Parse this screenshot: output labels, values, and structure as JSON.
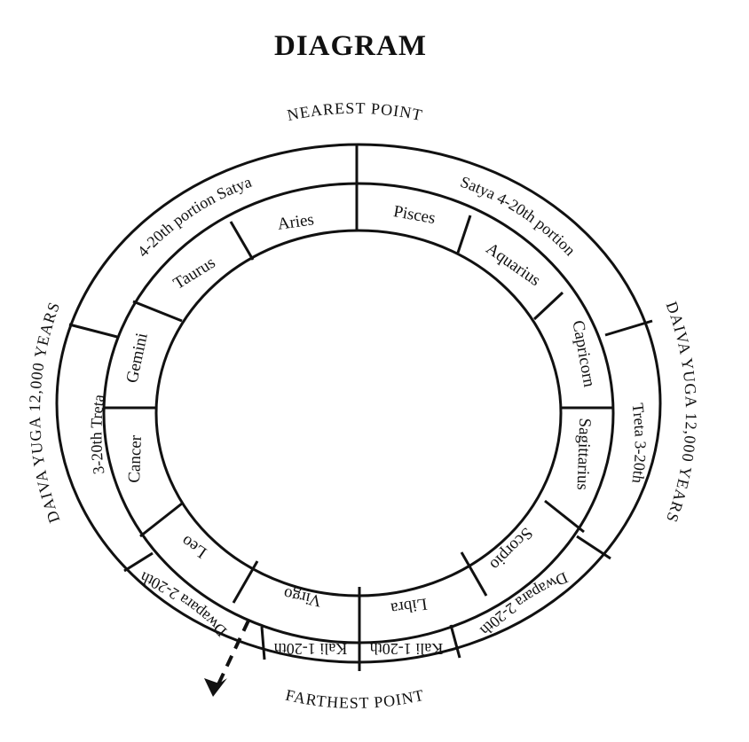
{
  "title": "DIAGRAM",
  "labels": {
    "nearest": "NEAREST POINT",
    "farthest": "FARTHEST POINT",
    "left_cycle": "DAIVA YUGA 12,000 YEARS",
    "right_cycle": "DAIVA YUGA 12,000 YEARS"
  },
  "yugas": {
    "satya_left": "4-20th portion Satya",
    "satya_right": "Satya 4-20th portion",
    "treta_left": "3-20th Treta",
    "treta_right": "Treta 3-20th",
    "dwapara_left": "Dwapara 2-20th",
    "dwapara_right": "Dwapara 2-20th",
    "kali_left": "Kali 1-20th",
    "kali_right": "Kali 1-20th"
  },
  "signs": {
    "aries": "Aries",
    "pisces": "Pisces",
    "aquarius": "Aquarius",
    "capricorn": "Capricorn",
    "sagittarius": "Sagittarius",
    "scorpio": "Scorpio",
    "libra": "Libra",
    "virgo": "Virgo",
    "leo": "Leo",
    "cancer": "Cancer",
    "gemini": "Gemini",
    "taurus": "Taurus"
  }
}
